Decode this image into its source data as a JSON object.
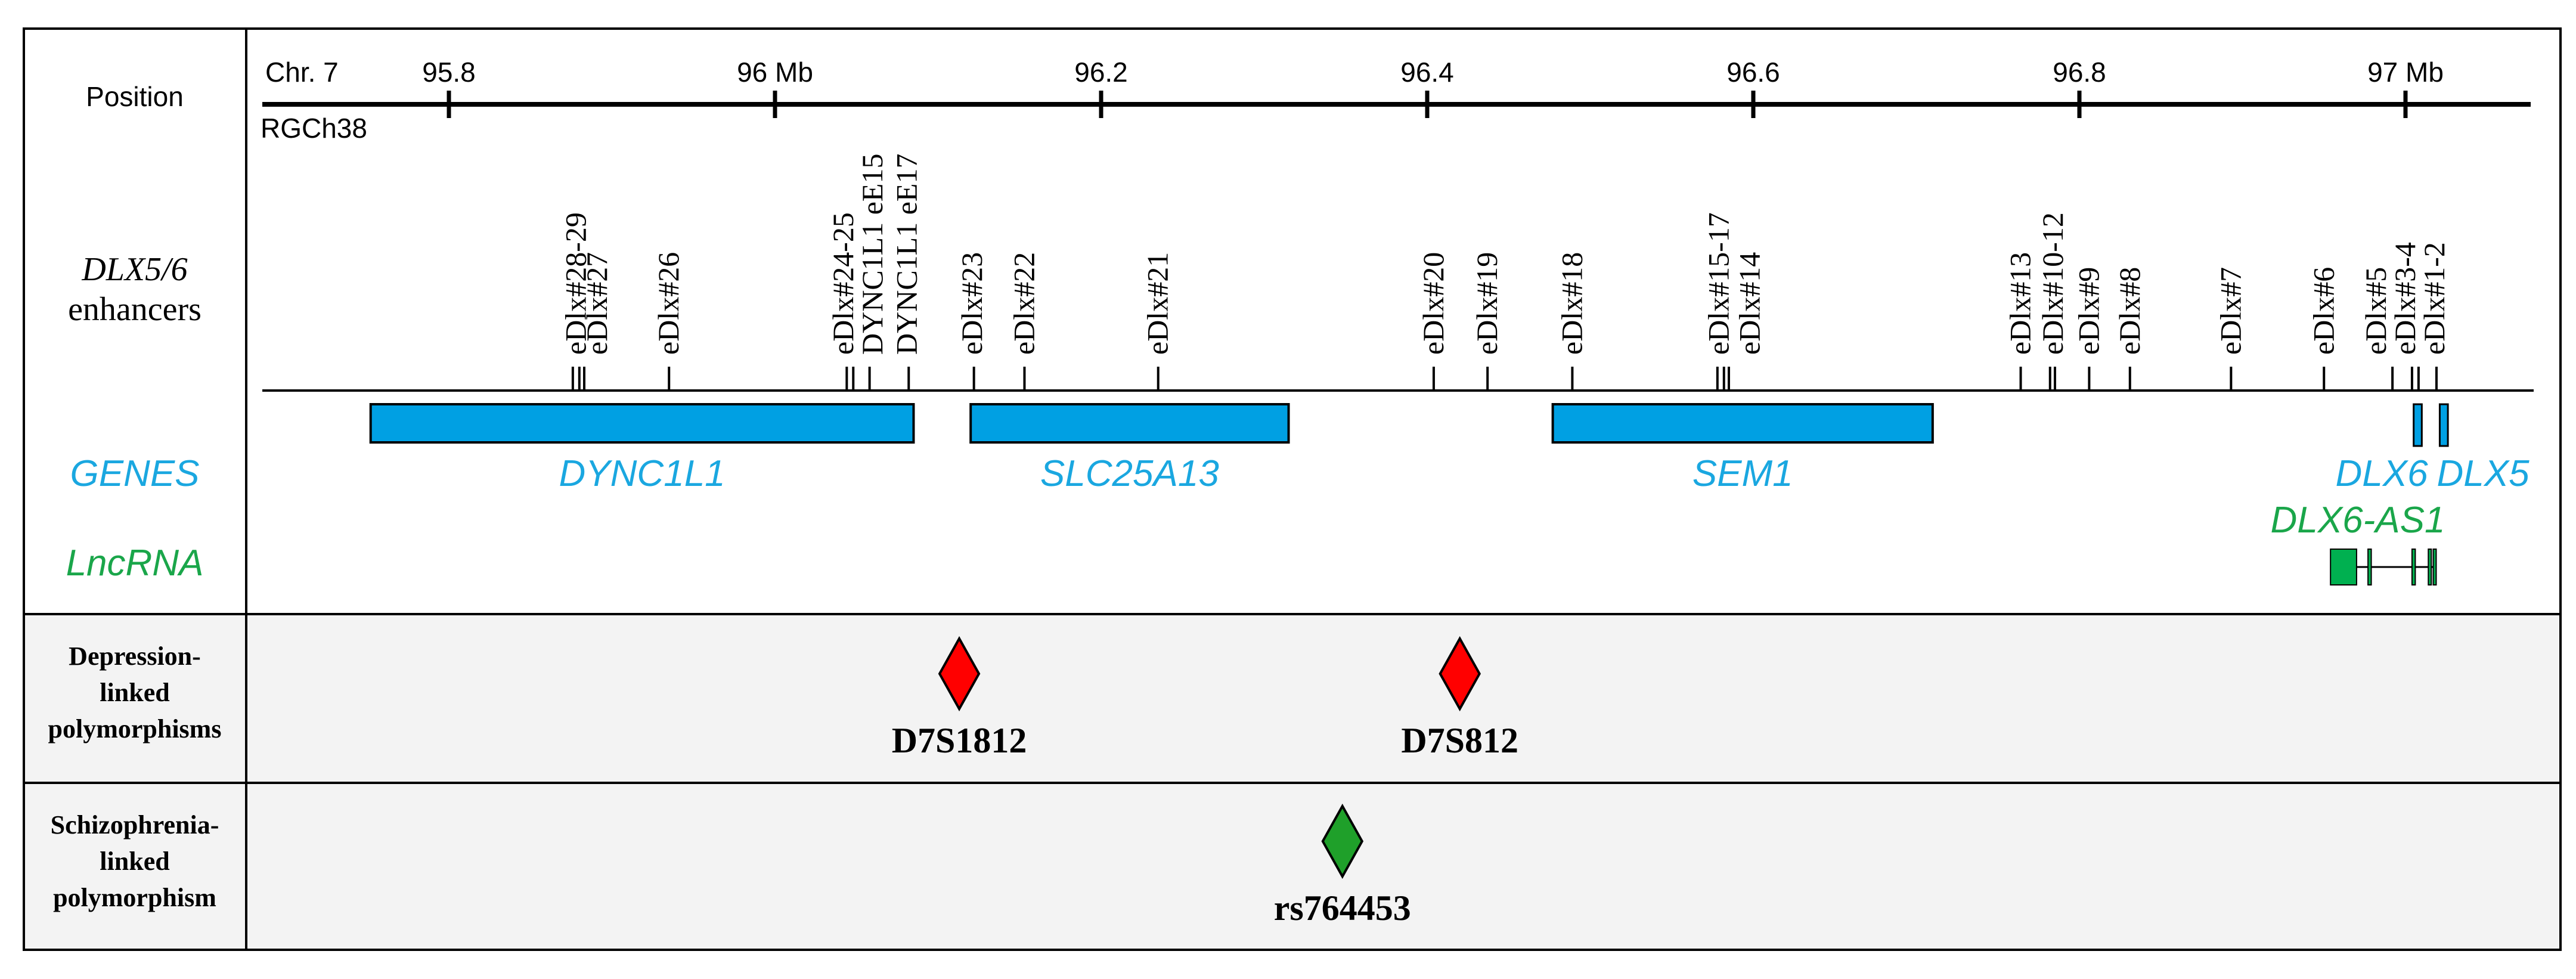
{
  "rows": {
    "position": "Position",
    "enhancers_italic": "DLX5/6",
    "enhancers_word": "enhancers",
    "genes": "GENES",
    "lncrna": "LncRNA",
    "depression": [
      "Depression-",
      "linked",
      "polymorphisms"
    ],
    "schizophrenia": [
      "Schizophrenia-",
      "linked",
      "polymorphism"
    ]
  },
  "axis": {
    "chromosome": "Chr. 7",
    "assembly": "RGCh38",
    "ticks": [
      {
        "pos": 95.8,
        "label": "95.8"
      },
      {
        "pos": 96.0,
        "label": "96 Mb"
      },
      {
        "pos": 96.2,
        "label": "96.2"
      },
      {
        "pos": 96.4,
        "label": "96.4"
      },
      {
        "pos": 96.6,
        "label": "96.6"
      },
      {
        "pos": 96.8,
        "label": "96.8"
      },
      {
        "pos": 97.0,
        "label": "97 Mb"
      }
    ]
  },
  "enhancers": [
    {
      "label": "eDlx#28-29",
      "pos": 95.878,
      "marks": [
        95.876,
        95.88
      ]
    },
    {
      "label": "eDlx#27",
      "pos": 95.891,
      "marks": [
        95.883
      ]
    },
    {
      "label": "eDlx#26",
      "pos": 95.935,
      "marks": [
        95.935
      ]
    },
    {
      "label": "eDlx#24-25",
      "pos": 96.042,
      "marks": [
        96.044,
        96.048
      ]
    },
    {
      "label": "DYNC1L1 eE15",
      "pos": 96.06,
      "marks": [
        96.058
      ]
    },
    {
      "label": "DYNC1L1 eE17",
      "pos": 96.081,
      "marks": [
        96.082
      ]
    },
    {
      "label": "eDlx#23",
      "pos": 96.121,
      "marks": [
        96.122
      ]
    },
    {
      "label": "eDlx#22",
      "pos": 96.153,
      "marks": [
        96.153
      ]
    },
    {
      "label": "eDlx#21",
      "pos": 96.235,
      "marks": [
        96.235
      ]
    },
    {
      "label": "eDlx#20",
      "pos": 96.404,
      "marks": [
        96.404
      ]
    },
    {
      "label": "eDlx#19",
      "pos": 96.437,
      "marks": [
        96.437
      ]
    },
    {
      "label": "eDlx#18",
      "pos": 96.489,
      "marks": [
        96.489
      ]
    },
    {
      "label": "eDlx#15-17",
      "pos": 96.579,
      "marks": [
        96.578,
        96.582
      ]
    },
    {
      "label": "eDlx#14",
      "pos": 96.598,
      "marks": [
        96.585
      ]
    },
    {
      "label": "eDlx#13",
      "pos": 96.764,
      "marks": [
        96.764
      ]
    },
    {
      "label": "eDlx#10-12",
      "pos": 96.784,
      "marks": [
        96.782,
        96.785
      ]
    },
    {
      "label": "eDlx#9",
      "pos": 96.806,
      "marks": [
        96.806
      ]
    },
    {
      "label": "eDlx#8",
      "pos": 96.831,
      "marks": [
        96.831
      ]
    },
    {
      "label": "eDlx#7",
      "pos": 96.893,
      "marks": [
        96.893
      ]
    },
    {
      "label": "eDlx#6",
      "pos": 96.95,
      "marks": [
        96.95
      ]
    },
    {
      "label": "eDlx#5",
      "pos": 96.982,
      "marks": [
        96.992
      ]
    },
    {
      "label": "eDlx#3-4",
      "pos": 97.0,
      "marks": [
        97.004,
        97.008
      ]
    },
    {
      "label": "eDlx#1-2",
      "pos": 97.018,
      "marks": [
        97.019
      ]
    }
  ],
  "genes": [
    {
      "name": "DYNC1L1",
      "start": 95.752,
      "end": 96.085
    },
    {
      "name": "SLC25A13",
      "start": 96.12,
      "end": 96.315
    },
    {
      "name": "SEM1",
      "start": 96.477,
      "end": 96.71
    },
    {
      "name": "DLX6",
      "start": 97.005,
      "end": 97.01
    },
    {
      "name": "DLX5",
      "start": 97.021,
      "end": 97.026
    }
  ],
  "lncrna": {
    "name": "DLX6-AS1",
    "exons": [
      [
        96.954,
        96.97
      ],
      [
        96.977,
        96.979
      ],
      [
        97.004,
        97.006
      ],
      [
        97.014,
        97.015
      ],
      [
        97.017,
        97.018
      ]
    ],
    "span": [
      96.97,
      97.018
    ]
  },
  "depression_markers": [
    {
      "name": "D7S1812",
      "pos": 96.113
    },
    {
      "name": "D7S812",
      "pos": 96.42
    }
  ],
  "schizophrenia_markers": [
    {
      "name": "rs764453",
      "pos": 96.348
    }
  ],
  "colors": {
    "gene_fill": "#00a0e3",
    "gene_text": "#1aa7e0",
    "lncrna_fill": "#00b050",
    "lncrna_text": "#1aa64a",
    "depression_marker": "#ff0000",
    "schizophrenia_marker": "#1fa02a",
    "panel_bg": "#f3f3f3"
  }
}
